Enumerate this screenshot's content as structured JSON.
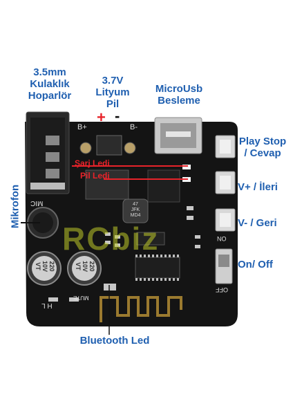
{
  "labels": {
    "jack": [
      "3.5mm",
      "Kulaklık",
      "Hoparlör"
    ],
    "battery": [
      "3.7V",
      "Lityum",
      "Pil"
    ],
    "usb": [
      "MicroUsb",
      "Besleme"
    ],
    "play": [
      "Play Stop",
      "/ Cevap"
    ],
    "vplus": "V+ / İleri",
    "vminus": "V- / Geri",
    "onoff": "On/ Off",
    "mikrofon": "Mikrofon",
    "bluetooth": "Bluetooth Led"
  },
  "red_labels": {
    "charge": "Şarj Ledi",
    "battery_led": "Pil Ledi"
  },
  "marks": {
    "plus": "+",
    "minus": "-"
  },
  "watermark": "RCbiz",
  "silkscreen": {
    "bplus": "B+",
    "bminus": "B-",
    "mic": "MIC",
    "cap1": [
      "220",
      "10V",
      "VT"
    ],
    "cap2": [
      "220",
      "10V",
      "VT"
    ],
    "mute": "MUTE",
    "hl": "H L",
    "on": "ON",
    "off": "OFF",
    "inductor": [
      "47",
      "JFK",
      "MD4"
    ]
  },
  "colors": {
    "label_blue": "#1f5fb0",
    "label_red": "#e8232a",
    "board": "#161616"
  }
}
